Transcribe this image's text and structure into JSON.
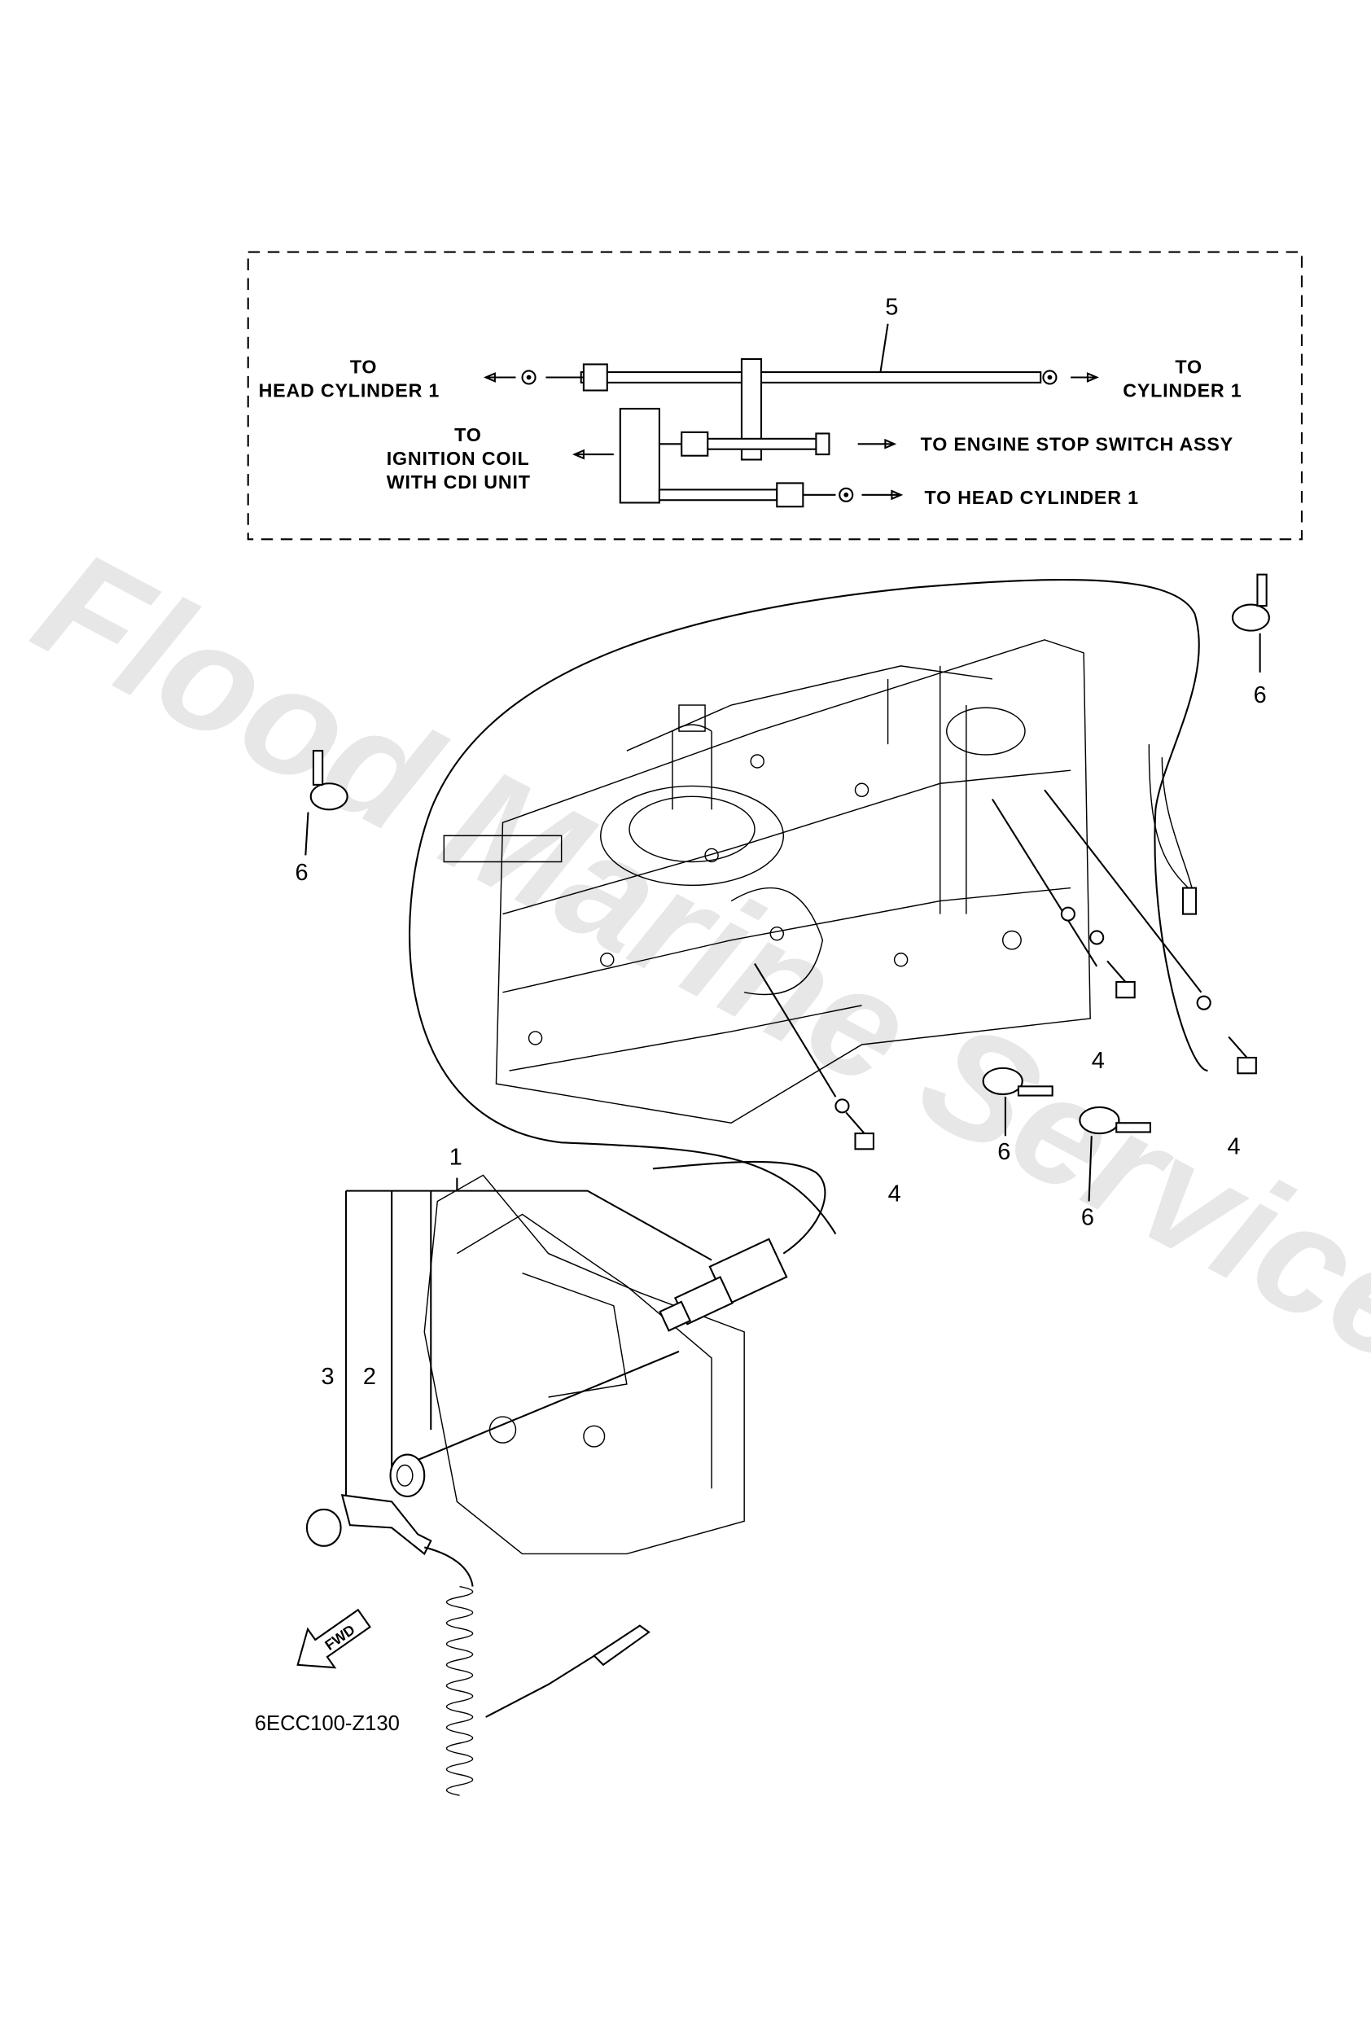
{
  "inset": {
    "part_number": "5",
    "labels": {
      "to_head_cylinder_left_1": "TO",
      "to_head_cylinder_left_2": "HEAD CYLINDER 1",
      "to_cylinder_1": "TO",
      "to_cylinder_2": "CYLINDER 1",
      "to_ignition_1": "TO",
      "to_ignition_2": "IGNITION COIL",
      "to_ignition_3": "WITH CDI UNIT",
      "to_engine_stop": "TO ENGINE STOP SWITCH ASSY",
      "to_head_cylinder_bottom": "TO HEAD CYLINDER 1"
    }
  },
  "callouts": [
    "1",
    "2",
    "3",
    "4",
    "4",
    "4",
    "6",
    "6",
    "6",
    "6"
  ],
  "fwd_label": "FWD",
  "diagram_code": "6ECC100-Z130",
  "watermark": "Flood Marine Services"
}
